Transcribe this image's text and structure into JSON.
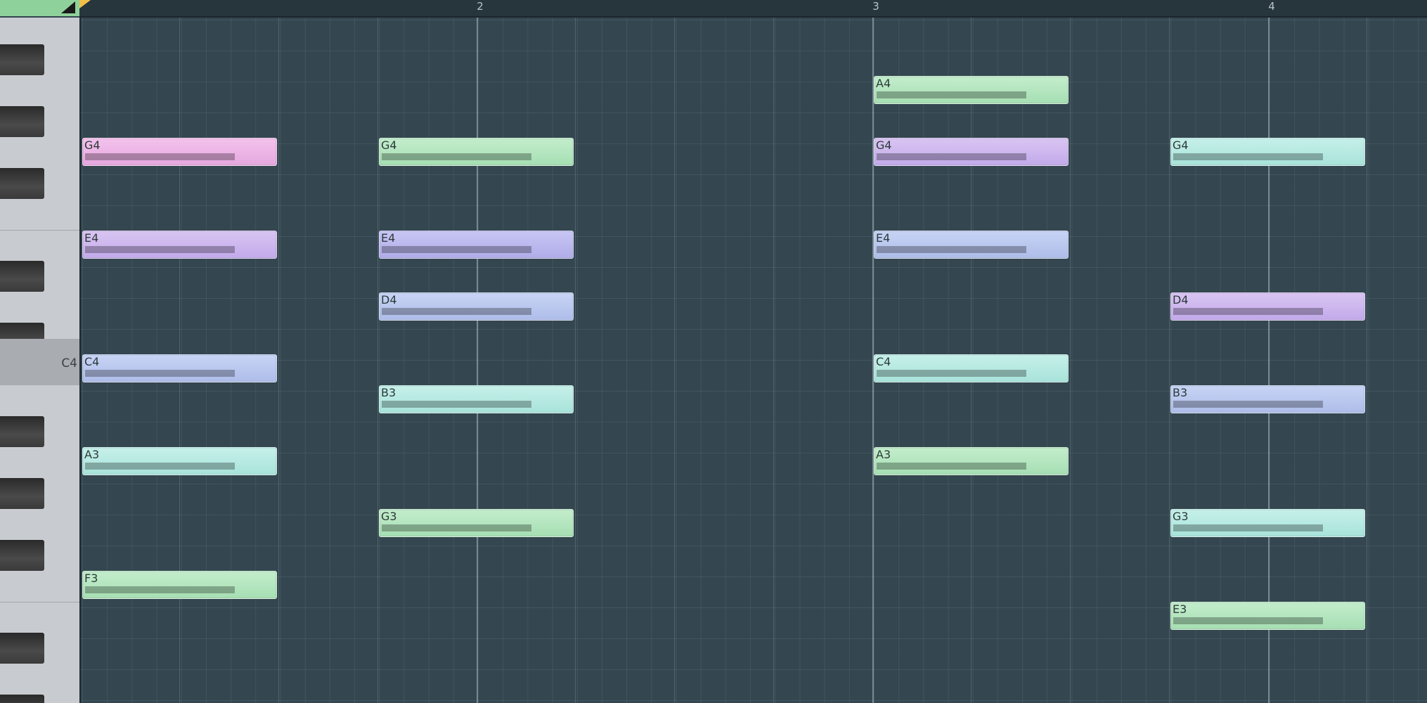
{
  "ruler": {
    "bars": [
      "2",
      "3",
      "4"
    ]
  },
  "keyboard": {
    "label": "C4"
  },
  "notes": [
    {
      "name": "G4",
      "color": "pink"
    },
    {
      "name": "E4",
      "color": "purple"
    },
    {
      "name": "C4",
      "color": "blue"
    },
    {
      "name": "A3",
      "color": "teal"
    },
    {
      "name": "F3",
      "color": "green"
    },
    {
      "name": "G4",
      "color": "green"
    },
    {
      "name": "E4",
      "color": "violet"
    },
    {
      "name": "D4",
      "color": "blue"
    },
    {
      "name": "B3",
      "color": "teal"
    },
    {
      "name": "G3",
      "color": "green"
    },
    {
      "name": "A4",
      "color": "green"
    },
    {
      "name": "G4",
      "color": "purple"
    },
    {
      "name": "E4",
      "color": "blue"
    },
    {
      "name": "C4",
      "color": "teal"
    },
    {
      "name": "A3",
      "color": "green"
    },
    {
      "name": "G4",
      "color": "teal"
    },
    {
      "name": "D4",
      "color": "purple"
    },
    {
      "name": "B3",
      "color": "blue"
    },
    {
      "name": "G3",
      "color": "teal"
    },
    {
      "name": "E3",
      "color": "green"
    }
  ]
}
